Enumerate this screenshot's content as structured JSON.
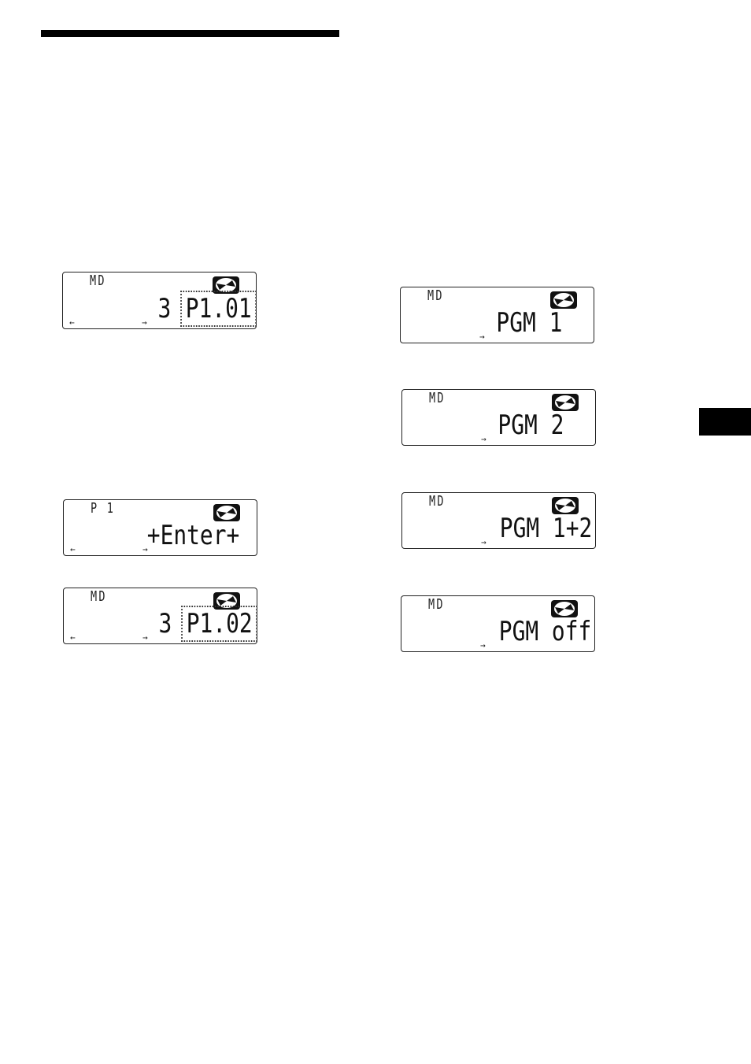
{
  "displays_left": [
    {
      "source": "MD",
      "main_prefix": "3 ",
      "main_blink": "P1.01",
      "arrow_left": "←",
      "arrow_right": "→"
    },
    {
      "source": "P 1",
      "main_prefix": "+Enter+",
      "main_blink": "",
      "arrow_left": "←",
      "arrow_right": "→"
    },
    {
      "source": "MD",
      "main_prefix": "3 ",
      "main_blink": "P1.02",
      "arrow_left": "←",
      "arrow_right": "→"
    }
  ],
  "displays_right": [
    {
      "source": "MD",
      "main": "PGM 1",
      "arrow_right": "→"
    },
    {
      "source": "MD",
      "main": "PGM 2",
      "arrow_right": "→"
    },
    {
      "source": "MD",
      "main": "PGM 1+2",
      "arrow_right": "→"
    },
    {
      "source": "MD",
      "main": "PGM off",
      "arrow_right": "→"
    }
  ],
  "icons": {
    "disc": "disc-icon"
  }
}
